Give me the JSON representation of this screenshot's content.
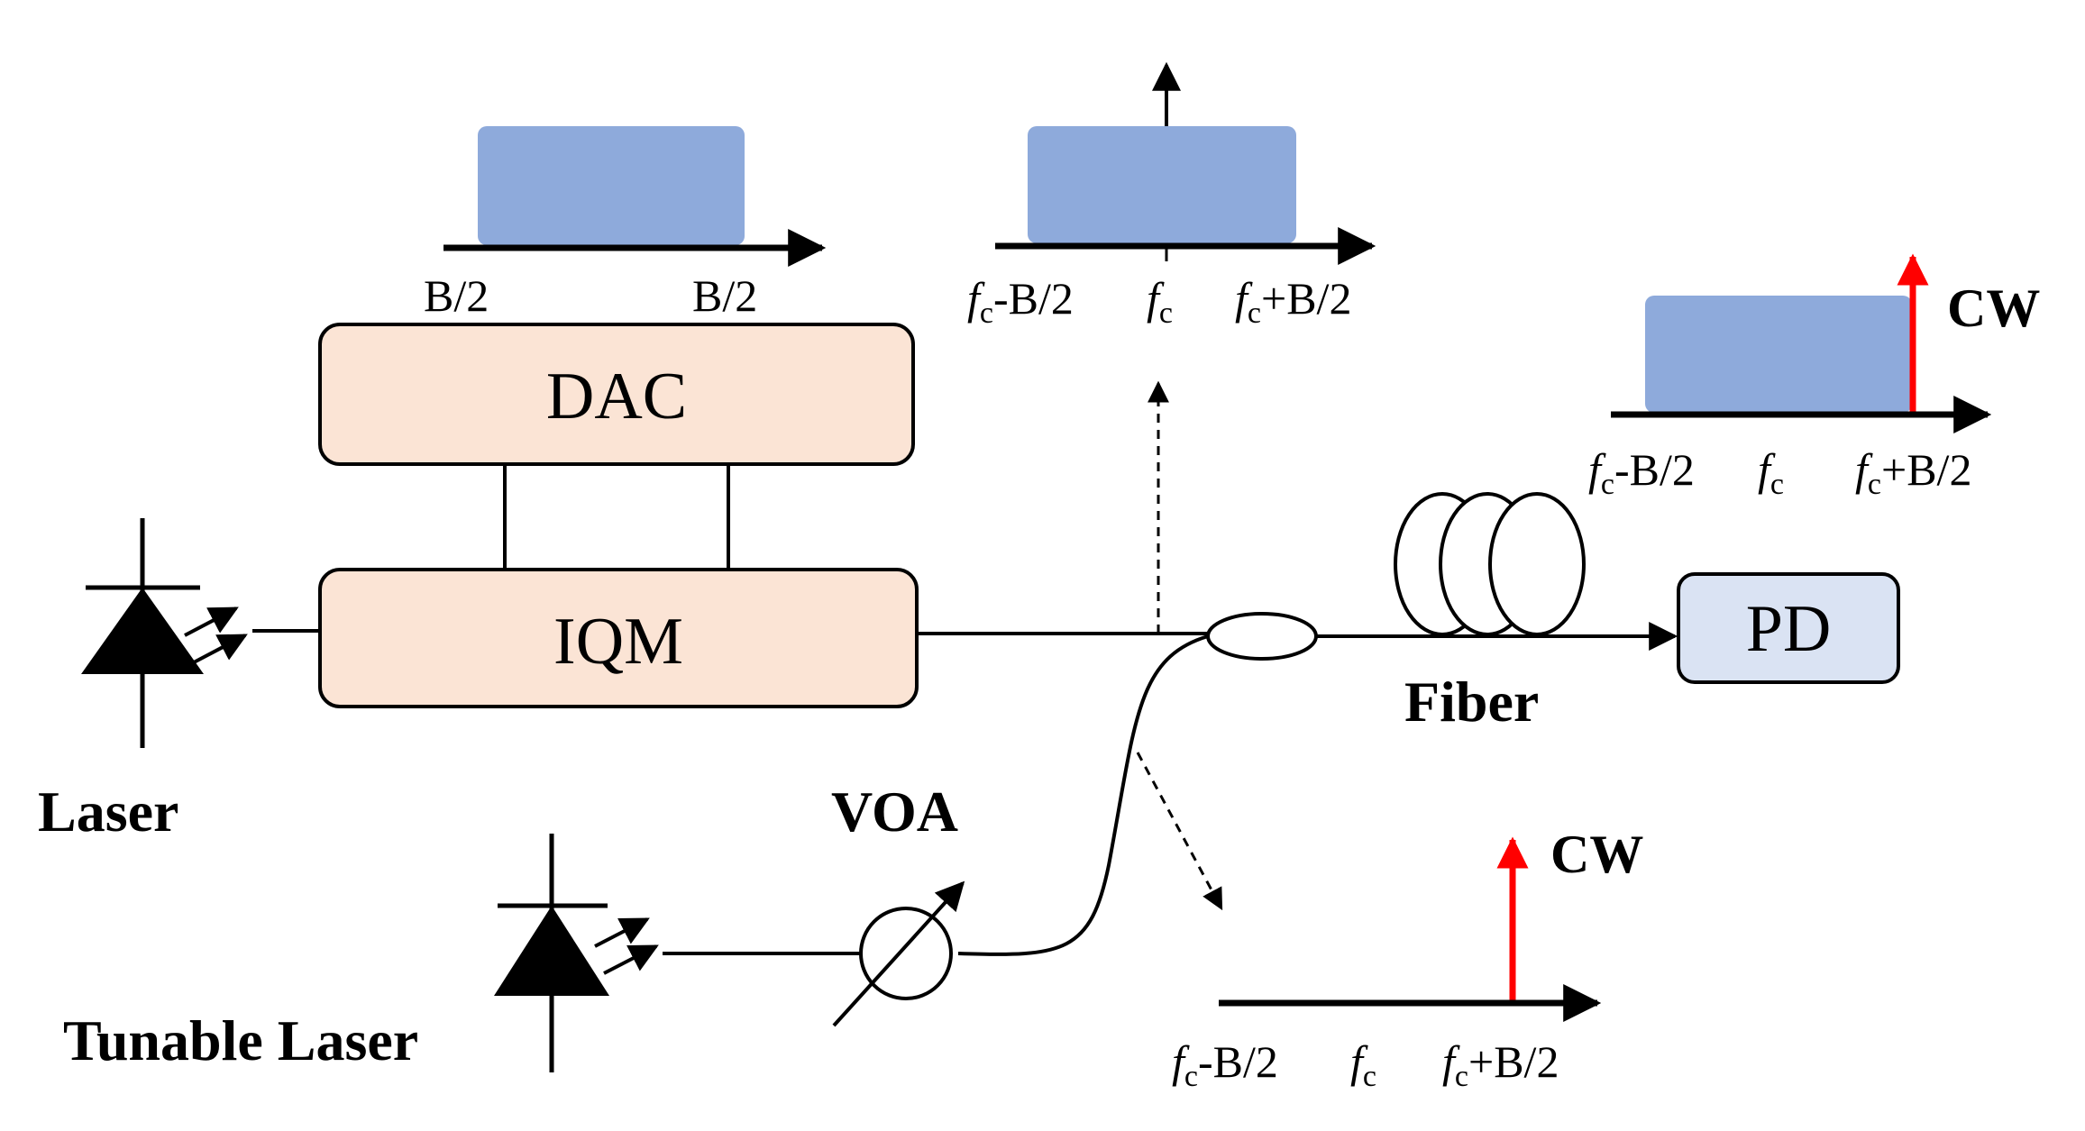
{
  "blocks": {
    "dac": "DAC",
    "iqm": "IQM",
    "pd": "PD"
  },
  "labels": {
    "laser": "Laser",
    "tunable_laser": "Tunable Laser",
    "voa": "VOA",
    "fiber": "Fiber",
    "cw_top": "CW",
    "cw_bottom": "CW"
  },
  "spectra": {
    "baseband": {
      "left": "B/2",
      "right": "B/2"
    },
    "f_symbol": "f",
    "c_subscript": "c",
    "minus_half": "-B/2",
    "plus_half": "+B/2"
  },
  "colors": {
    "spectrum_fill": "#8eaadb",
    "block_fill": "#fbe4d5",
    "pd_fill": "#dae3f3",
    "cw_line": "#ff0000",
    "stroke": "#000000"
  },
  "icons": {
    "laser": "laser-diode-icon",
    "tunable_laser": "laser-diode-icon",
    "voa": "variable-attenuator-icon",
    "fiber": "fiber-coil-icon",
    "coupler": "coupler-icon"
  }
}
